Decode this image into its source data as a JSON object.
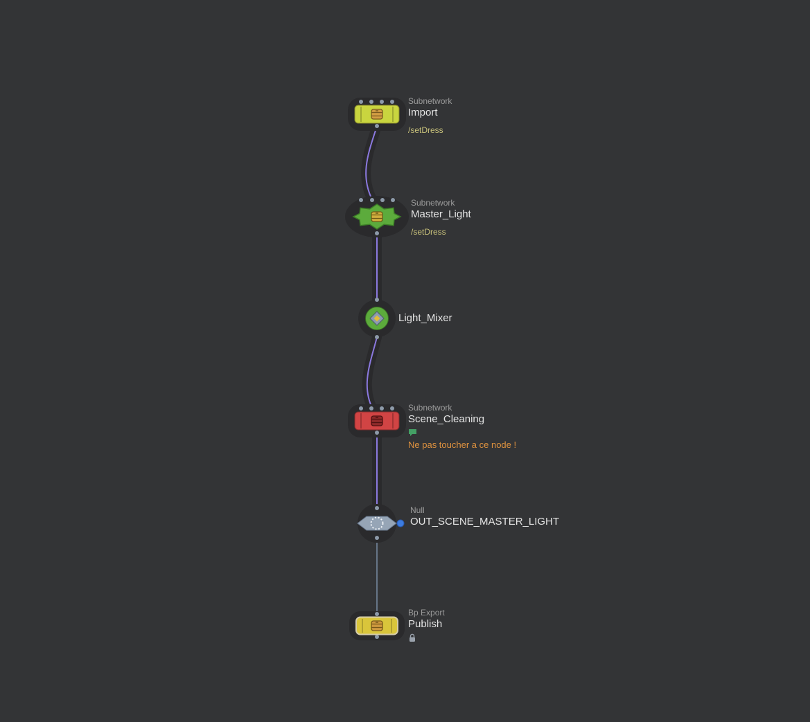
{
  "editor": {
    "background_color": "#333436",
    "selected_wire_color": "#8b79df",
    "plain_wire_color": "#7e93ab",
    "connector_dot_color": "#8d9aa9",
    "halo_color": "#2a2a2c"
  },
  "icons": {
    "subnetwork": "drawer-box-icon",
    "comment": "speech-bubble-icon",
    "lock": "padlock-icon",
    "light_mixer": "diamond-icon",
    "null_node": "dotted-circle-icon"
  },
  "nodes": [
    {
      "id": "import",
      "type_label": "Subnetwork",
      "name": "Import",
      "path": "/setDress",
      "color": "#c9d53f"
    },
    {
      "id": "master-light",
      "type_label": "Subnetwork",
      "name": "Master_Light",
      "path": "/setDress",
      "color": "#5cab3c"
    },
    {
      "id": "light-mixer",
      "name": "Light_Mixer",
      "color": "#5cab3c"
    },
    {
      "id": "scene-cleaning",
      "type_label": "Subnetwork",
      "name": "Scene_Cleaning",
      "comment": "Ne pas toucher a ce node !",
      "color": "#d14444"
    },
    {
      "id": "out-null",
      "type_label": "Null",
      "name": "OUT_SCENE_MASTER_LIGHT",
      "color": "#96a5b6",
      "display_flag_color": "#3d7ce0"
    },
    {
      "id": "publish",
      "type_label": "Bp Export",
      "name": "Publish",
      "color": "#d9c53b"
    }
  ]
}
